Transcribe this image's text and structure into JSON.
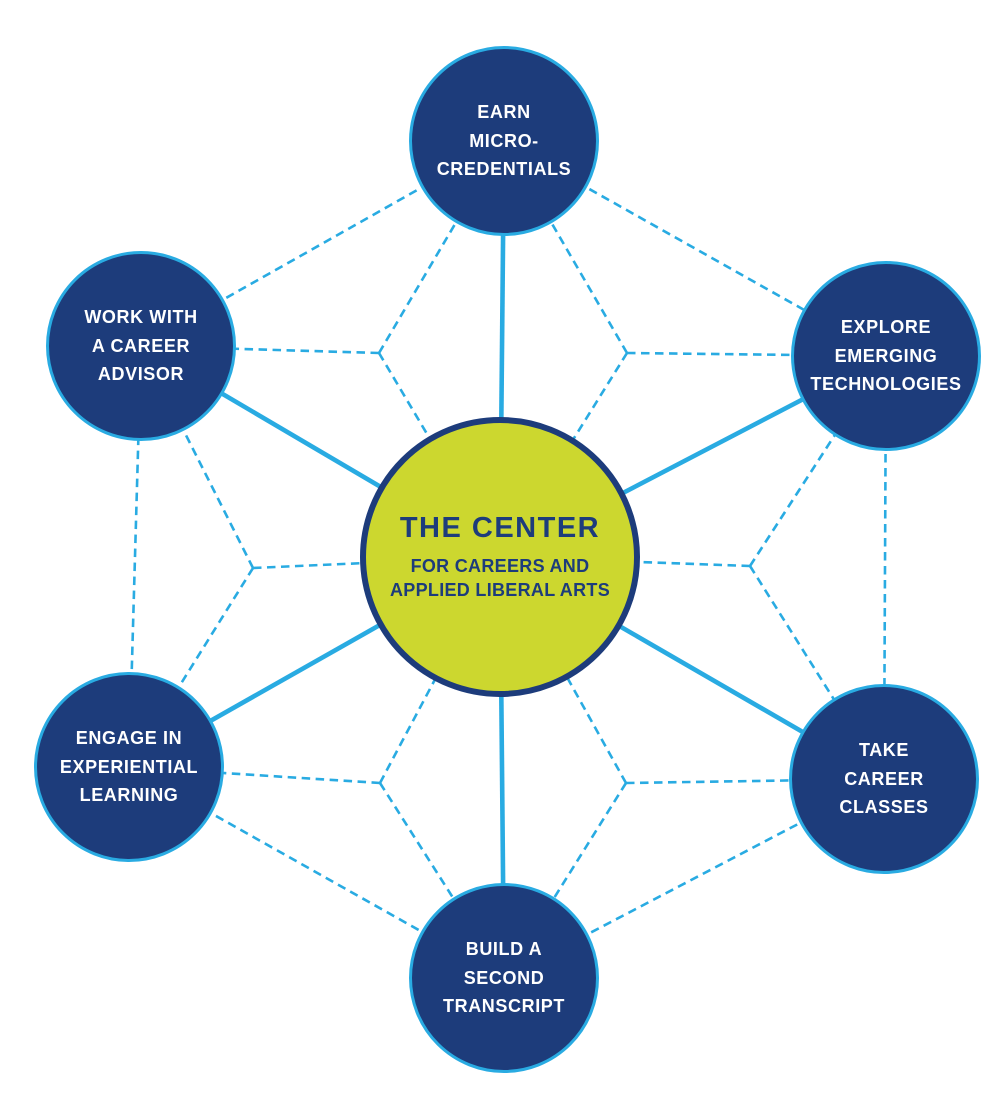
{
  "diagram": {
    "hub": {
      "title": "THE CENTER",
      "subtitle": "FOR CAREERS AND\nAPPLIED LIBERAL ARTS"
    },
    "nodes": [
      {
        "id": "earn-micro-credentials",
        "position": "top",
        "label": "EARN\nMICRO-\nCREDENTIALS"
      },
      {
        "id": "explore-emerging-technologies",
        "position": "top-right",
        "label": "EXPLORE\nEMERGING\nTECHNOLOGIES"
      },
      {
        "id": "take-career-classes",
        "position": "bottom-right",
        "label": "TAKE\nCAREER\nCLASSES"
      },
      {
        "id": "build-a-second-transcript",
        "position": "bottom",
        "label": "BUILD A\nSECOND\nTRANSCRIPT"
      },
      {
        "id": "engage-in-experiential-learning",
        "position": "bottom-left",
        "label": "ENGAGE IN\nEXPERIENTIAL\nLEARNING"
      },
      {
        "id": "work-with-a-career-advisor",
        "position": "top-left",
        "label": "WORK WITH\nA CAREER\nADVISOR"
      }
    ],
    "colors": {
      "background": "#ffffff",
      "node_fill": "#1d3c7b",
      "node_border": "#29abe2",
      "node_text": "#ffffff",
      "hub_fill": "#ccd72f",
      "hub_border": "#1d3c7b",
      "hub_text": "#1d3c7b",
      "connector_solid": "#29abe2",
      "connector_dashed": "#29abe2"
    }
  }
}
